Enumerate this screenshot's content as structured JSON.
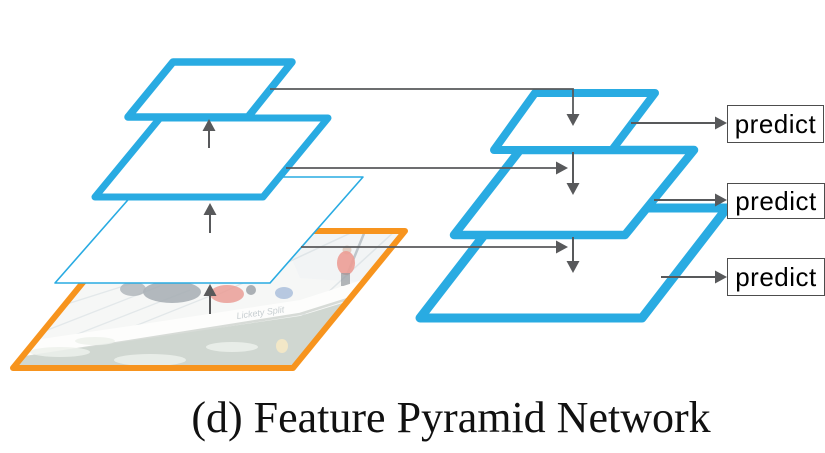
{
  "caption": "(d) Feature Pyramid Network",
  "predict_boxes": [
    {
      "label": "predict"
    },
    {
      "label": "predict"
    },
    {
      "label": "predict"
    }
  ],
  "input_image": {
    "boat_text": "Lickety Split"
  },
  "colors": {
    "blue": "#29ABE2",
    "orange": "#F7941E",
    "gray": "#58595B",
    "box_border": "#4d4d4d",
    "text": "#000000"
  }
}
